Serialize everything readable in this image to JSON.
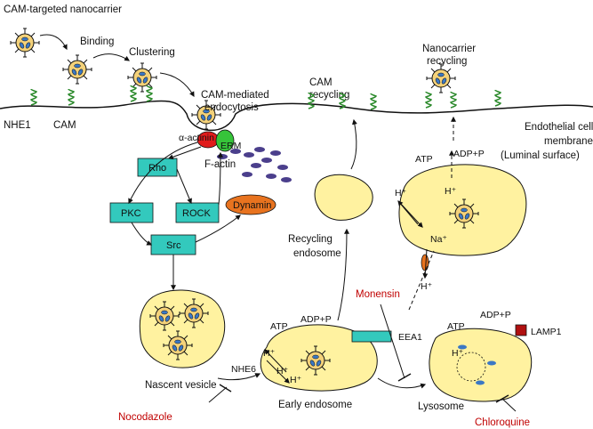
{
  "title": "CAM-targeted nanocarrier",
  "steps": {
    "binding": "Binding",
    "clustering": "Clustering",
    "cam_mediated": "CAM-mediated",
    "endocytosis": "endocytosis",
    "cam_recycling_1": "CAM",
    "cam_recycling_2": "recycling",
    "nano_recycling_1": "Nanocarrier",
    "nano_recycling_2": "recycling"
  },
  "membrane": {
    "line1": "Endothelial cell",
    "line2": "membrane",
    "line3": "(Luminal surface)"
  },
  "receptors": {
    "nhe1": "NHE1",
    "cam": "CAM",
    "nhe6": "NHE6"
  },
  "signaling": {
    "alpha_actinin": "α-actinin",
    "erm": "ERM",
    "f_actin": "F-actin",
    "rho": "Rho",
    "rock": "ROCK",
    "pkc": "PKC",
    "src": "Src",
    "dynamin": "Dynamin"
  },
  "compartments": {
    "recycling_endosome_1": "Recycling",
    "recycling_endosome_2": "endosome",
    "nascent_vesicle": "Nascent vesicle",
    "early_endosome": "Early endosome",
    "lysosome": "Lysosome"
  },
  "ions": {
    "atp": "ATP",
    "adp_p": "ADP+P",
    "h_plus": "H⁺",
    "na_plus": "Na⁺",
    "eea1": "EEA1",
    "lamp1": "LAMP1"
  },
  "drugs": {
    "monensin": "Monensin",
    "nocodazole": "Nocodazole",
    "chloroquine": "Chloroquine"
  },
  "colors": {
    "vesicle_fill": "#fff2a0",
    "nanocarrier_fill": "#f4d27a",
    "box_fill": "#33c9bd",
    "dynamin_fill": "#e8731f",
    "erm_fill": "#36c43a",
    "actinin_fill": "#e01b1b",
    "actin_fill": "#4b3f8c",
    "drug_text": "#c00000",
    "coil": "#2c8a2c",
    "lamp1": "#b01010",
    "eea1": "#33c9bd"
  }
}
